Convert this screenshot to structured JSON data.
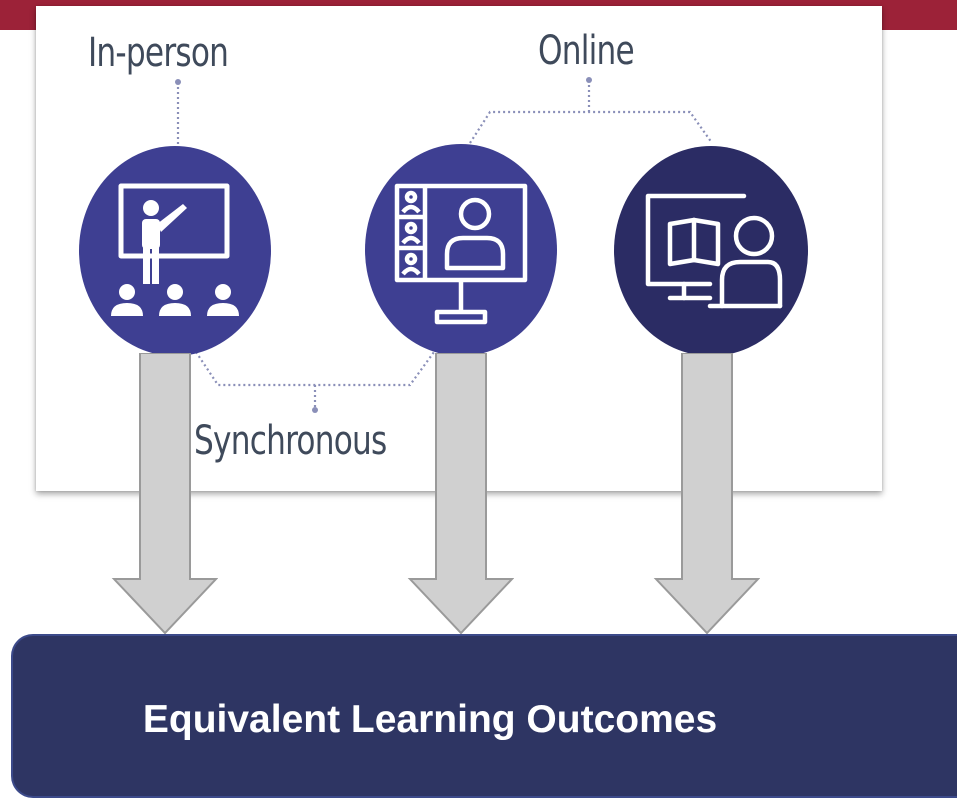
{
  "diagram": {
    "labels": {
      "in_person": "In-person",
      "online": "Online",
      "synchronous": "Synchronous"
    },
    "nodes": [
      {
        "icon": "classroom-teacher-icon",
        "color": "#3e3f92"
      },
      {
        "icon": "video-conference-icon",
        "color": "#3e3f92"
      },
      {
        "icon": "self-paced-reading-icon",
        "color": "#2b2c64"
      }
    ],
    "connector_color": "#8a8fb8",
    "arrow_color": "#d0d0d0"
  },
  "outcome": {
    "label": "Equivalent Learning Outcomes",
    "color": "#2e3563"
  },
  "header_band_color": "#9c2238"
}
